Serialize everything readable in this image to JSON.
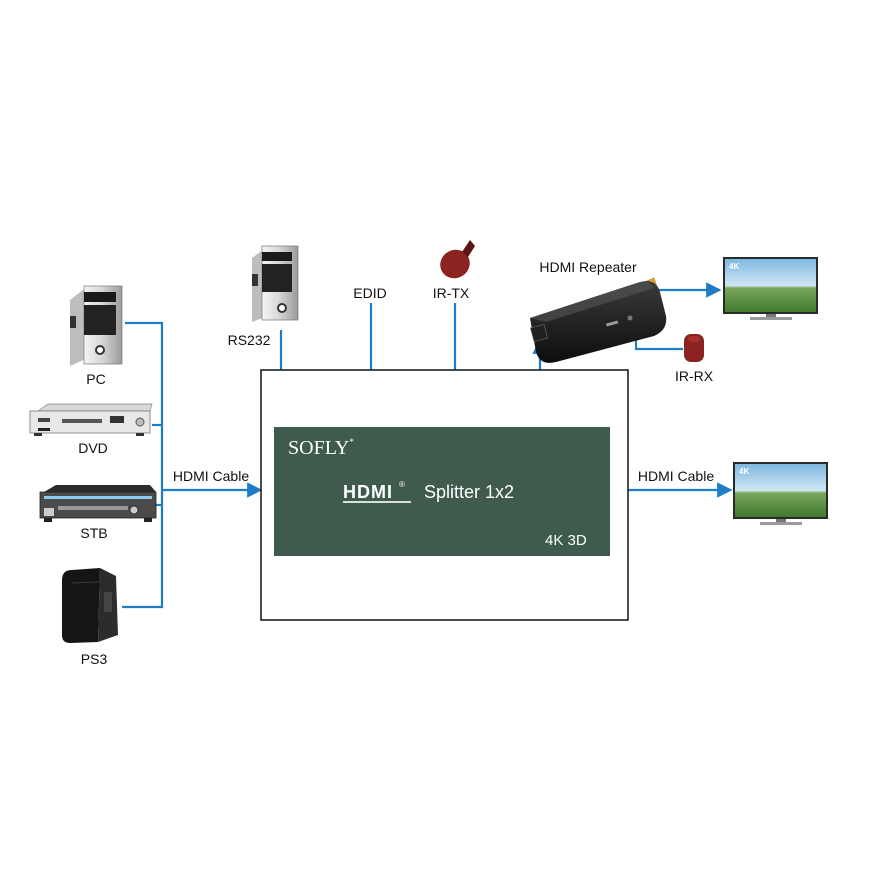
{
  "sources": {
    "pc": "PC",
    "dvd": "DVD",
    "stb": "STB",
    "ps3": "PS3"
  },
  "links": {
    "input_cable": "HDMI Cable",
    "output_cable": "HDMI Cable",
    "rs232": "RS232",
    "edid": "EDID",
    "ir_tx": "IR-TX",
    "ir_rx": "IR-RX",
    "repeater": "HDMI Repeater"
  },
  "splitter": {
    "brand": "SOFLY",
    "brand_mark": "*",
    "hdmi_logo": "HDMI",
    "hdmi_mark": "®",
    "model": "Splitter 1x2",
    "features": "4K 3D",
    "panel_color": "#3f5b4d"
  },
  "tv": {
    "badge": "4K"
  },
  "colors": {
    "wire": "#1f7cc6",
    "ir_device": "#8b2320"
  }
}
